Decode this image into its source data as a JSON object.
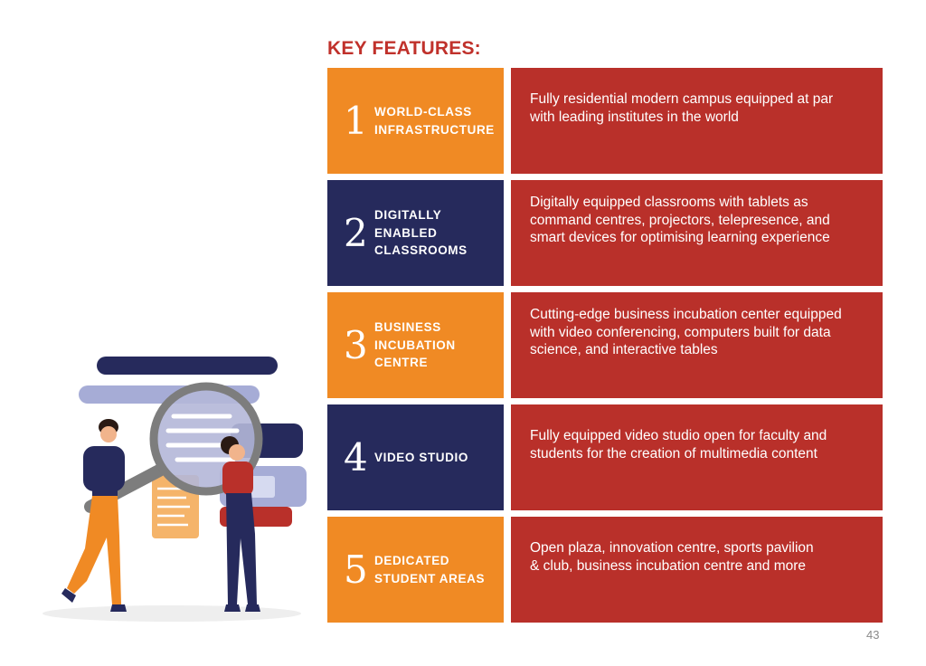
{
  "heading": "KEY FEATURES:",
  "features": [
    {
      "number": "1",
      "title": "WORLD-CLASS\nINFRASTRUCTURE",
      "description": "Fully residential modern campus equipped at par\nwith leading institutes in the world"
    },
    {
      "number": "2",
      "title": "DIGITALLY\nENABLED\nCLASSROOMS",
      "description": "Digitally equipped classrooms with tablets as\ncommand centres, projectors, telepresence, and\nsmart devices for optimising learning experience"
    },
    {
      "number": "3",
      "title": "BUSINESS\nINCUBATION\nCENTRE",
      "description": "Cutting-edge business incubation center equipped\nwith video conferencing, computers built for data\nscience, and interactive tables"
    },
    {
      "number": "4",
      "title": "VIDEO STUDIO",
      "description": "Fully equipped video studio open for faculty and\nstudents for the creation of multimedia content"
    },
    {
      "number": "5",
      "title": "DEDICATED\nSTUDENT AREAS",
      "description": "Open plaza, innovation centre, sports pavilion\n& club, business incubation centre and more"
    }
  ],
  "page_number": "43",
  "colors": {
    "accent_red": "#c0312b",
    "orange": "#f08a24",
    "navy": "#262a5c",
    "desc_red": "#b9302a"
  },
  "illustration": "people-with-magnifying-glass-illustration"
}
